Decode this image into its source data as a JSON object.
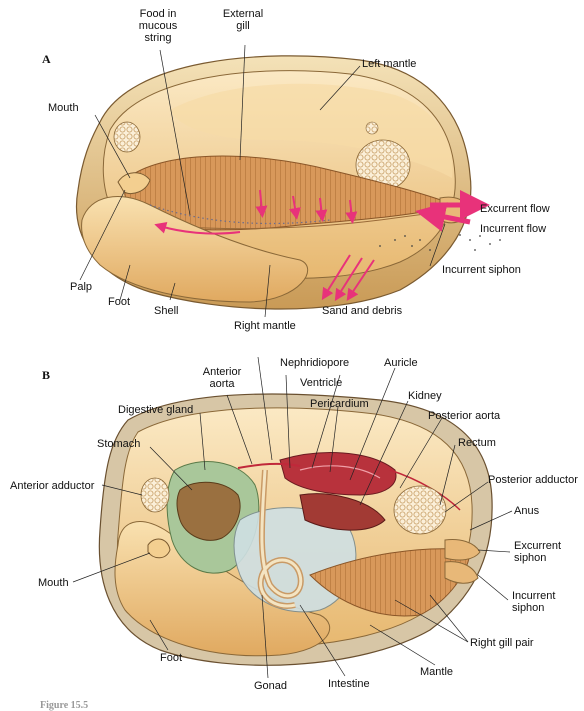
{
  "panel_a": {
    "letter": "A",
    "labels": {
      "food": "Food in mucous string",
      "external_gill": "External gill",
      "left_mantle": "Left mantle",
      "mouth": "Mouth",
      "excurrent_flow": "Excurrent flow",
      "incurrent_flow": "Incurrent flow",
      "incurrent_siphon": "Incurrent siphon",
      "palp": "Palp",
      "foot": "Foot",
      "shell": "Shell",
      "right_mantle": "Right mantle",
      "sand": "Sand and debris"
    }
  },
  "panel_b": {
    "letter": "B",
    "labels": {
      "nephridiopore": "Nephridiopore",
      "auricle": "Auricle",
      "anterior_aorta": "Anterior aorta",
      "ventricle": "Ventricle",
      "kidney": "Kidney",
      "pericardium": "Pericardium",
      "digestive_gland": "Digestive gland",
      "posterior_aorta": "Posterior aorta",
      "rectum": "Rectum",
      "stomach": "Stomach",
      "posterior_adductor": "Posterior adductor",
      "anterior_adductor": "Anterior adductor",
      "anus": "Anus",
      "excurrent_siphon": "Excurrent siphon",
      "mouth": "Mouth",
      "incurrent_siphon": "Incurrent siphon",
      "right_gill_pair": "Right gill pair",
      "mantle": "Mantle",
      "foot": "Foot",
      "gonad": "Gonad",
      "intestine": "Intestine"
    }
  },
  "caption": "Figure 15.5"
}
